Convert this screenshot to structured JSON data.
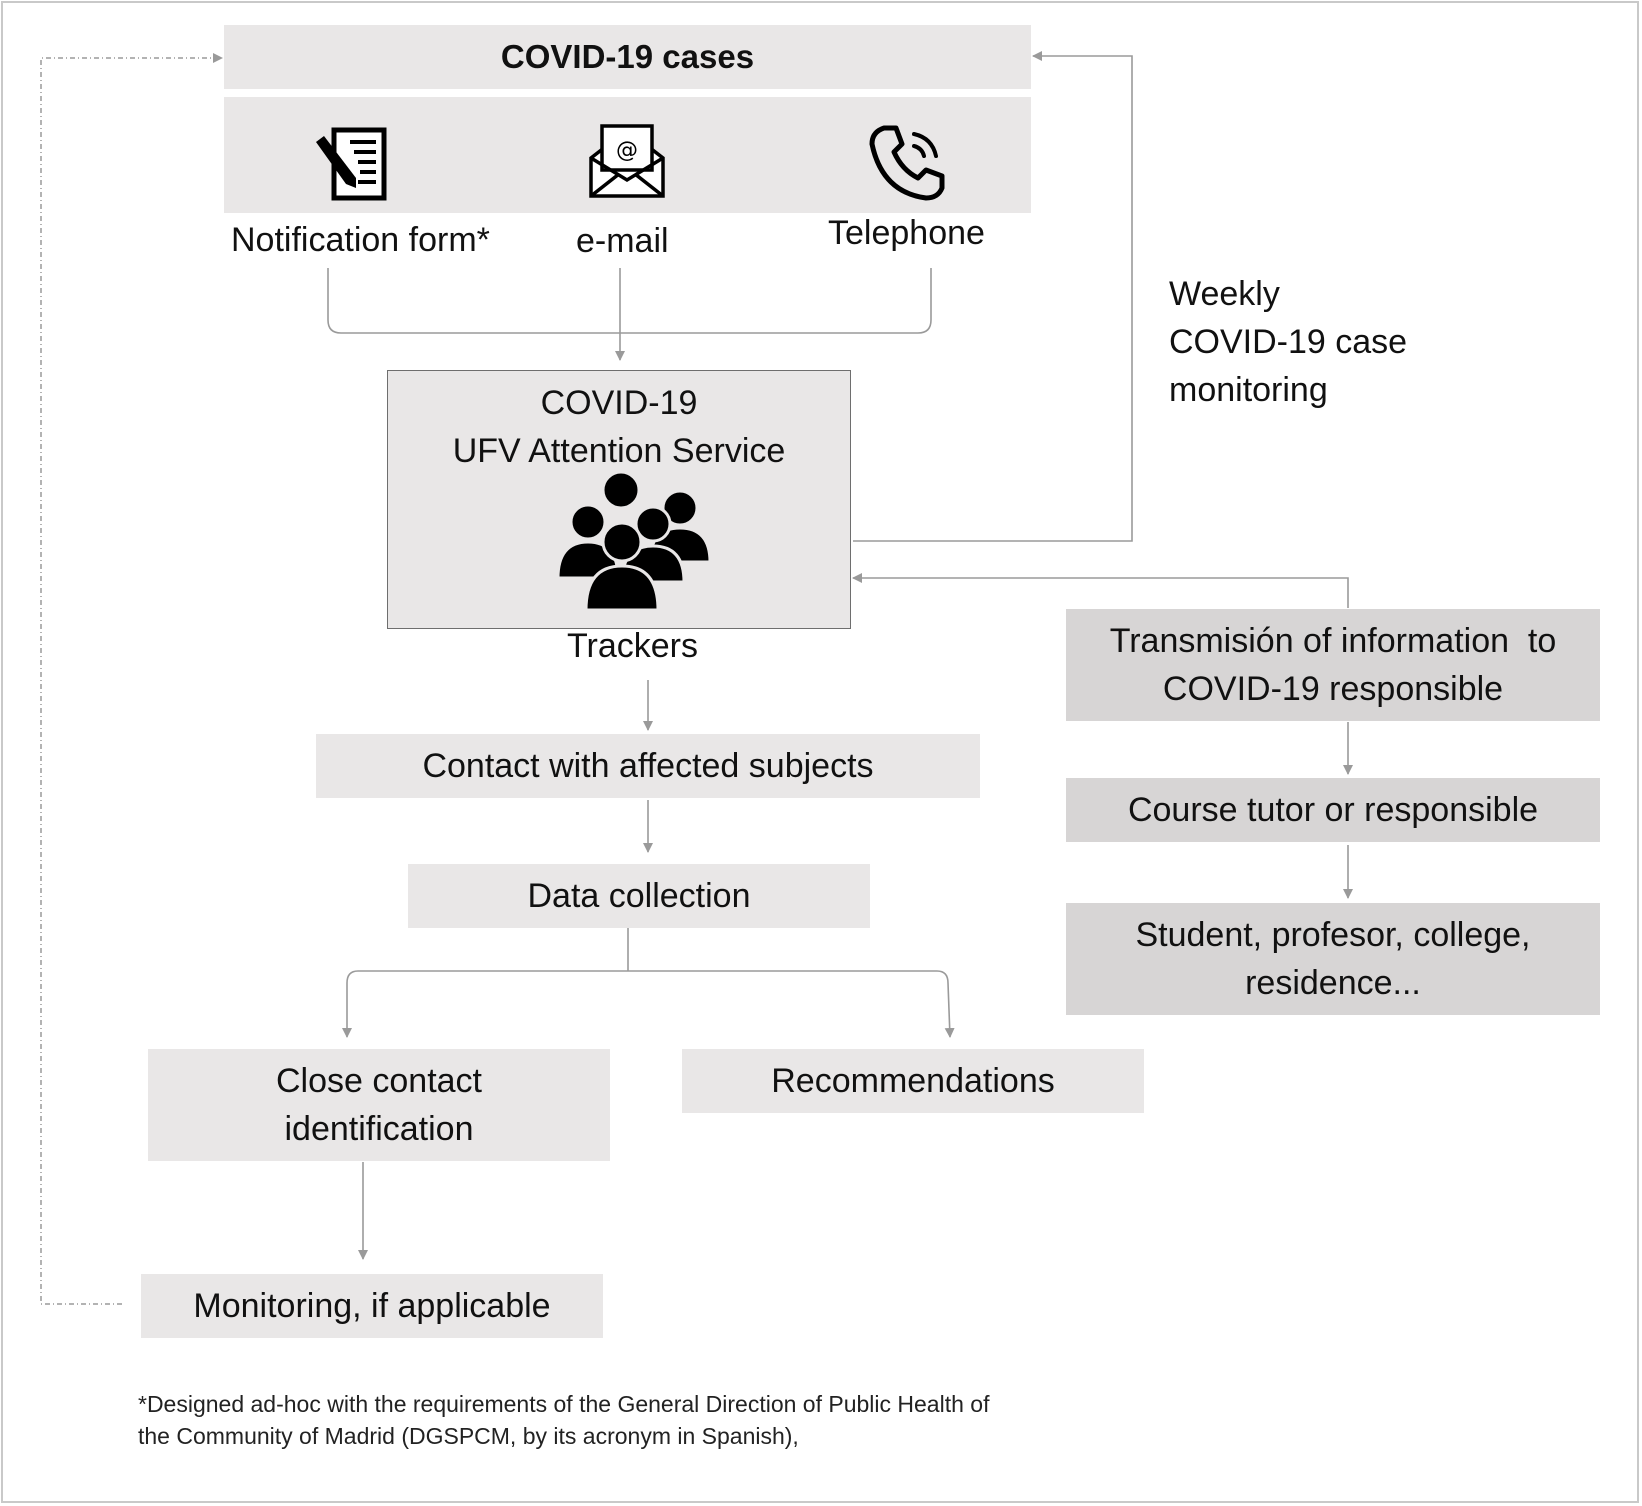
{
  "title": "COVID-19 cases",
  "channels": [
    {
      "label": "Notification form*",
      "icon": "notification-form-icon"
    },
    {
      "label": "e-mail",
      "icon": "email-icon"
    },
    {
      "label": "Telephone",
      "icon": "telephone-icon"
    }
  ],
  "weekly_monitoring": [
    "Weekly",
    "COVID-19 case",
    "monitoring"
  ],
  "service": {
    "line1": "COVID-19",
    "line2": "UFV Attention Service",
    "icon": "group-of-people-icon",
    "caption": "Trackers"
  },
  "steps": {
    "contact": "Contact with affected subjects",
    "data_collection": "Data collection",
    "close_contact": [
      "Close contact",
      "identification"
    ],
    "recommendations": "Recommendations",
    "monitoring": "Monitoring, if applicable"
  },
  "right_chain": {
    "transmission": [
      "Transmisión of information  to",
      "COVID-19 responsible"
    ],
    "tutor": "Course tutor or responsible",
    "recipients": [
      "Student, profesor, college,",
      "residence..."
    ]
  },
  "footnote": [
    "*Designed ad-hoc with the requirements of the General Direction of Public Health of",
    "the Community of Madrid (DGSPCM, by its acronym in Spanish),"
  ],
  "colors": {
    "light_box": "#e9e7e7",
    "dark_box": "#d7d5d5",
    "connector": "#9a9a9a"
  }
}
